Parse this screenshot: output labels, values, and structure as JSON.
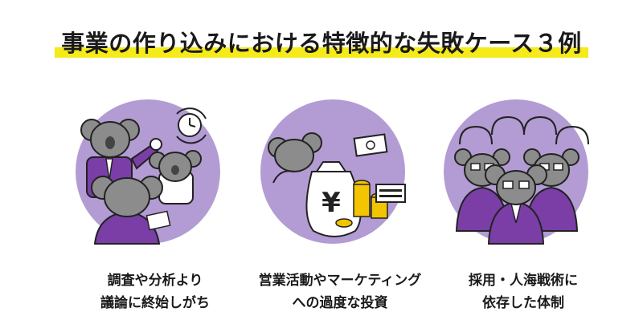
{
  "title": "事業の作り込みにおける特徴的な失敗ケース３例",
  "colors": {
    "highlight": "#f5ea1a",
    "circle": "#b29cd3",
    "suit": "#7a3ea6",
    "koala": "#8c8c8c",
    "coin": "#f2c500"
  },
  "cases": [
    {
      "line1": "調査や分析より",
      "line2": "議論に終始しがち",
      "icon": "meeting-koalas-clock"
    },
    {
      "line1": "営業活動やマーケティング",
      "line2": "への過度な投資",
      "icon": "money-bag-yen-coins"
    },
    {
      "line1": "採用・人海戦術に",
      "line2": "依存した体制",
      "icon": "koala-crowd"
    }
  ],
  "money_bag_symbol": "¥"
}
